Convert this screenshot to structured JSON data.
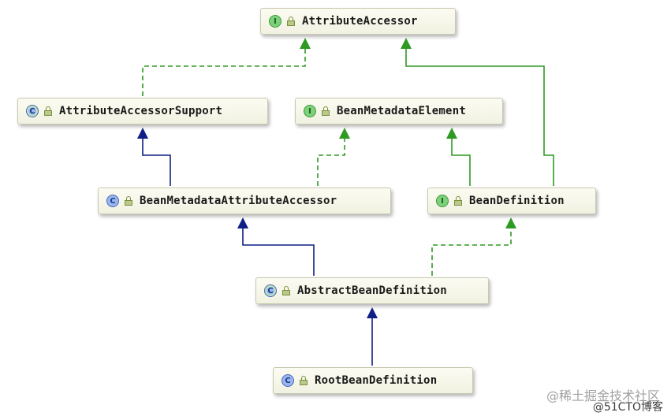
{
  "nodes": {
    "attribute_accessor": "AttributeAccessor",
    "attribute_accessor_support": "AttributeAccessorSupport",
    "bean_metadata_element": "BeanMetadataElement",
    "bean_metadata_attribute_accessor": "BeanMetadataAttributeAccessor",
    "bean_definition": "BeanDefinition",
    "abstract_bean_definition": "AbstractBeanDefinition",
    "root_bean_definition": "RootBeanDefinition"
  },
  "icon_letters": {
    "interface": "I",
    "class": "C"
  },
  "colors": {
    "implements_edge": "#2e9a22",
    "extends_edge": "#0f1f84",
    "node_border": "#c9c9b2"
  },
  "watermark": {
    "line1": "@稀土掘金技术社区",
    "line2": "@51CTO博客"
  }
}
